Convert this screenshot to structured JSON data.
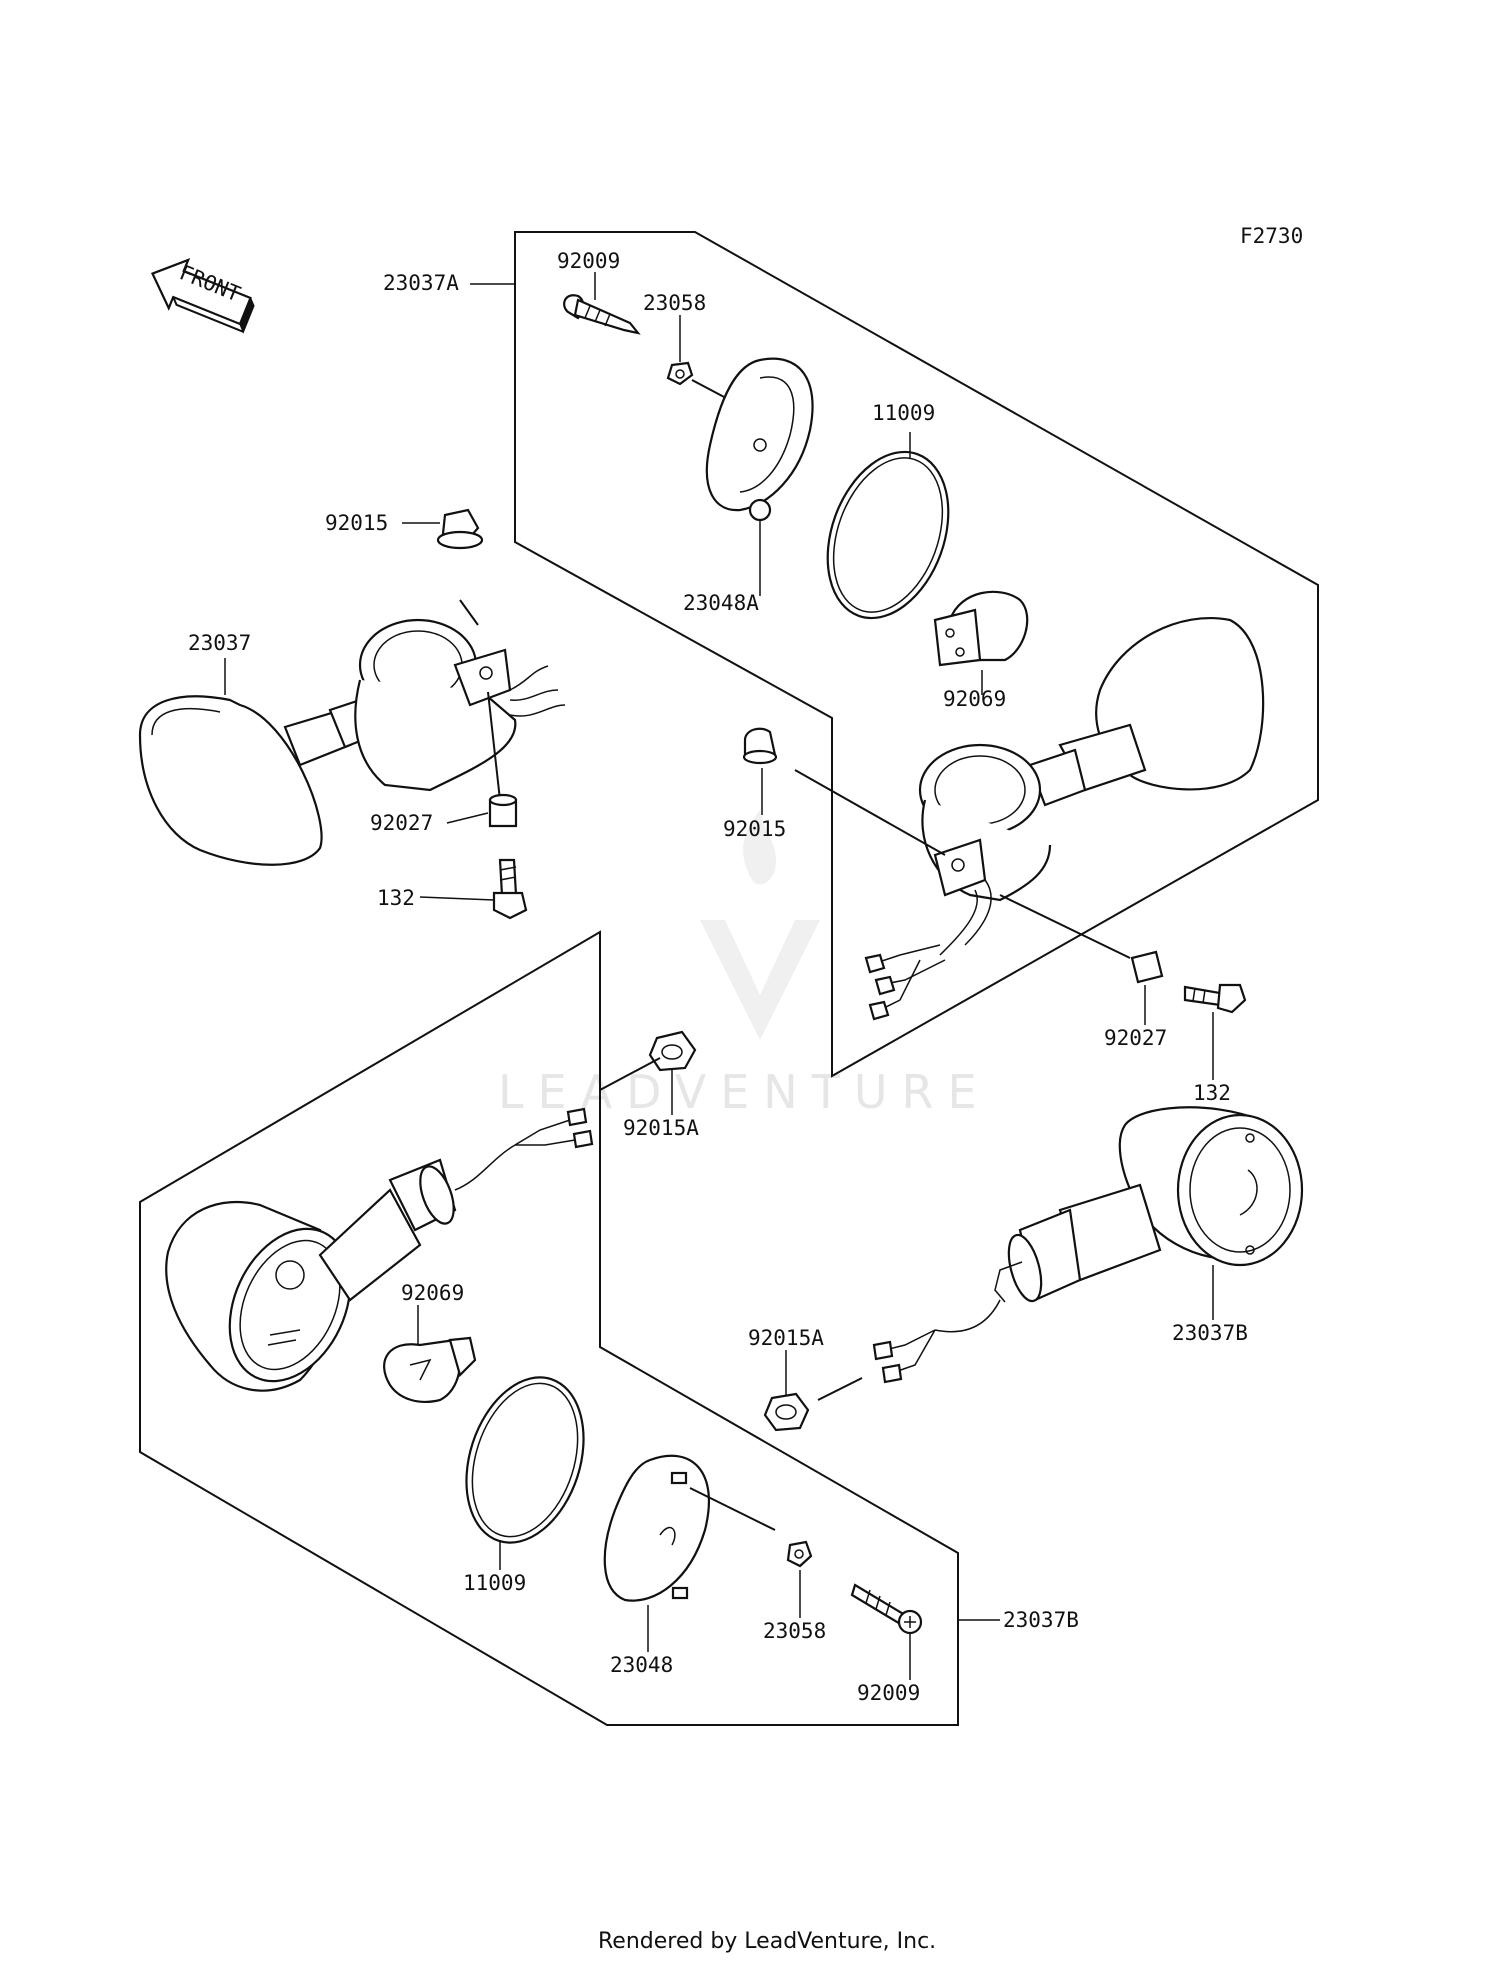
{
  "diagram_code": "F2730",
  "front_arrow_label": "FRONT",
  "watermark": "LEADVENTURE",
  "footer": "Rendered by LeadVenture, Inc.",
  "callouts": {
    "c_92009_top": "92009",
    "c_23058_top": "23058",
    "c_23037A": "23037A",
    "c_11009_top": "11009",
    "c_23048A": "23048A",
    "c_92015_left": "92015",
    "c_23037": "23037",
    "c_92069_top": "92069",
    "c_92027_left": "92027",
    "c_132_left": "132",
    "c_92015_mid": "92015",
    "c_92027_right": "92027",
    "c_132_right": "132",
    "c_92015A_mid": "92015A",
    "c_92069_bottom": "92069",
    "c_23037B_right": "23037B",
    "c_92015A_bottom": "92015A",
    "c_11009_bottom": "11009",
    "c_23058_bottom": "23058",
    "c_23048": "23048",
    "c_23037B_bottom": "23037B",
    "c_92009_bottom": "92009"
  }
}
